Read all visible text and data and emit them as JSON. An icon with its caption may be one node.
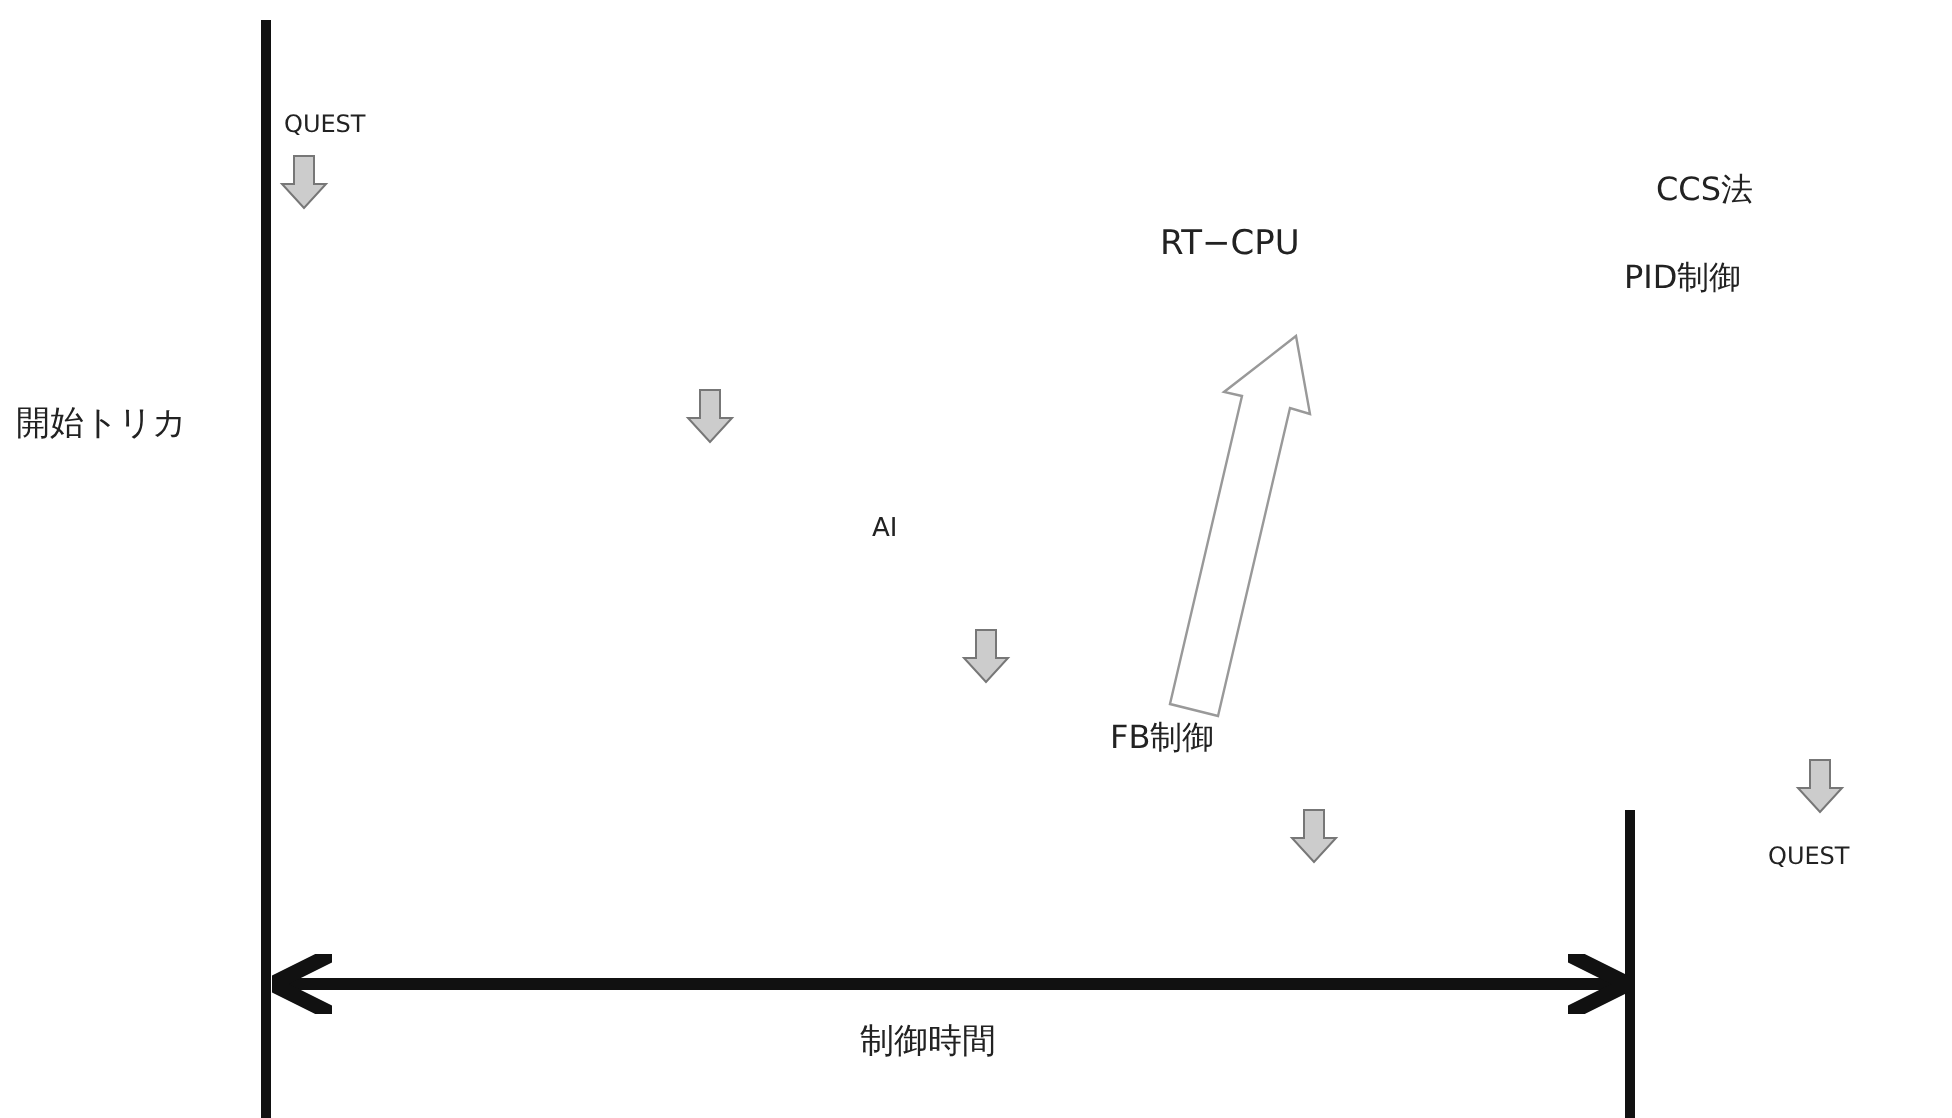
{
  "diagram": {
    "labels": [
      "QUEST",
      "CCS法",
      "RT−CPU",
      "PID制御",
      "開始トリカ",
      "AI",
      "FB制御",
      "QUEST",
      "制御時間"
    ]
  }
}
